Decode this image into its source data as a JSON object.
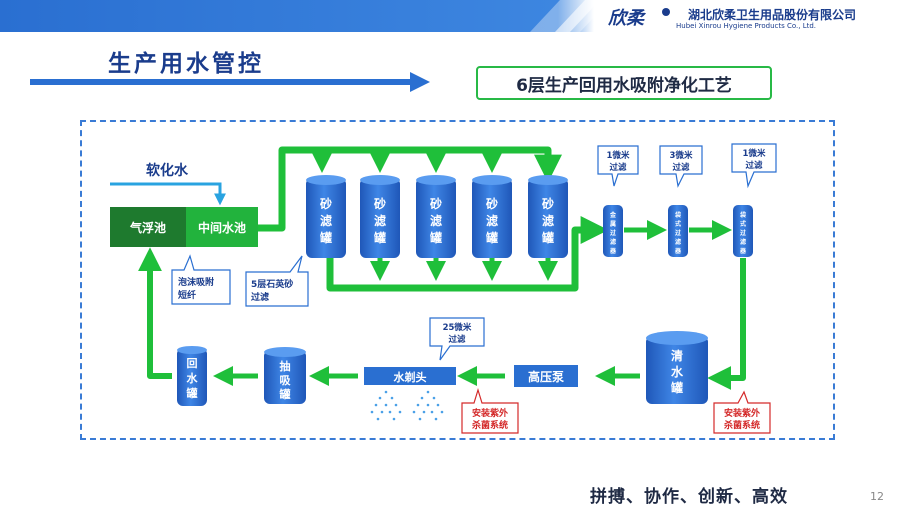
{
  "header": {
    "company_cn": "湖北欣柔卫生用品股份有限公司",
    "company_en": "Hubei Xinrou Hygiene Products Co., Ltd.",
    "logo_text": "欣柔"
  },
  "title": "生产用水管控",
  "subtitle": "6层生产回用水吸附净化工艺",
  "diagram": {
    "soft_water": "软化水",
    "flotation_tank": "气浮池",
    "intermediate_tank": "中间水池",
    "foam_note": [
      "泡沫吸附",
      "短纤"
    ],
    "sand_filter_tank": [
      "砂",
      "滤",
      "罐"
    ],
    "quartz_note": [
      "5层石英砂",
      "过滤"
    ],
    "filter_notes": [
      {
        "line1": "1微米",
        "line2": "过滤"
      },
      {
        "line1": "3微米",
        "line2": "过滤"
      },
      {
        "line1": "1微米",
        "line2": "过滤"
      }
    ],
    "metal_filter": [
      "金",
      "属",
      "过",
      "滤",
      "器"
    ],
    "bag_filter_1": [
      "袋",
      "式",
      "过",
      "滤",
      "器"
    ],
    "bag_filter_2": [
      "袋",
      "式",
      "过",
      "滤",
      "器"
    ],
    "clean_tank": [
      "清",
      "水",
      "罐"
    ],
    "high_pressure_pump": "高压泵",
    "spray_head": "水剃头",
    "note_25um": [
      "25微米",
      "过滤"
    ],
    "suction_tank": [
      "抽",
      "吸",
      "罐"
    ],
    "return_tank": [
      "回",
      "水",
      "罐"
    ],
    "uv_note": [
      "安装紫外",
      "杀菌系统"
    ]
  },
  "slogan": "拼搏、协作、创新、高效",
  "page_number": "12",
  "colors": {
    "pipe_green": "#1fbf3a",
    "tank_blue": "#2f6fd6",
    "navy": "#1a3c8c",
    "flotation_green": "#1e7a2e",
    "uv_red": "#d42a2a"
  }
}
